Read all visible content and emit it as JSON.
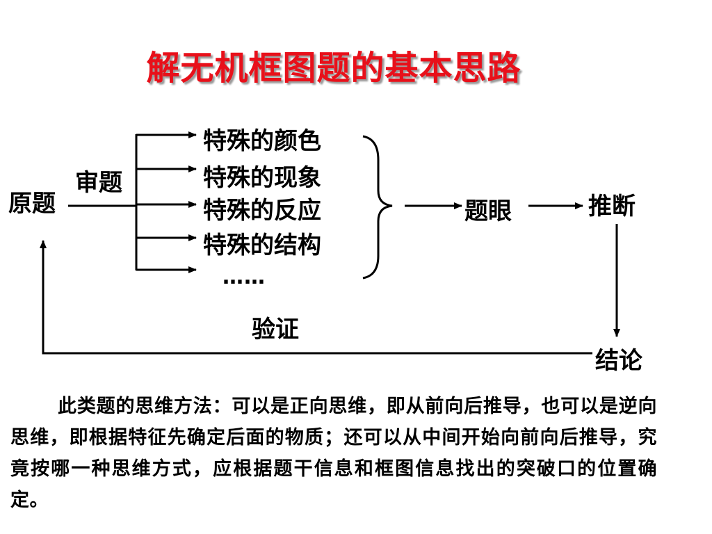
{
  "title": "解无机框图题的基本思路",
  "nodes": {
    "origin": "原题",
    "review": "审题",
    "features": [
      "特殊的颜色",
      "特殊的现象",
      "特殊的反应",
      "特殊的结构"
    ],
    "ellipsis": "……",
    "key": "题眼",
    "infer": "推断",
    "verify": "验证",
    "conclusion": "结论"
  },
  "paragraph": "此类题的思维方法：可以是正向思维，即从前向后推导，也可以是逆向思维，即根据特征先确定后面的物质；还可以从中间开始向前向后推导，究竟按哪一种思维方式，应根据题干信息和框图信息找出的突破口的位置确定。",
  "colors": {
    "title": "#e8101a",
    "title_shadow": "#9a9a9a",
    "lines": "#000000"
  }
}
